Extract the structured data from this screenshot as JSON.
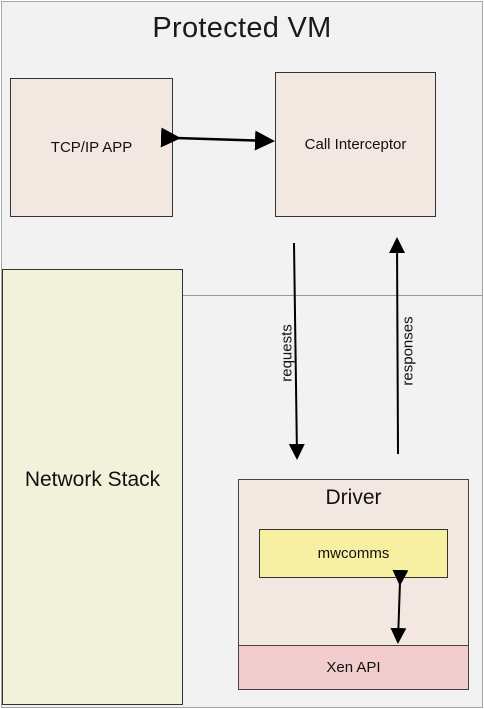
{
  "diagram": {
    "title": "Protected VM",
    "boxes": {
      "tcp_app": "TCP/IP APP",
      "call_interceptor": "Call Interceptor",
      "network_stack": "Network Stack",
      "driver": "Driver",
      "mwcomms": "mwcomms",
      "xen_api": "Xen API"
    },
    "edge_labels": {
      "requests": "requests",
      "responses": "responses"
    },
    "colors": {
      "vm_background": "#f2f2f2",
      "component_fill": "#f3e8e1",
      "network_stack_fill": "#f2f2db",
      "mwcomms_fill": "#f7f0a3",
      "xen_api_fill": "#f2cdcd",
      "arrow": "#000000"
    }
  }
}
